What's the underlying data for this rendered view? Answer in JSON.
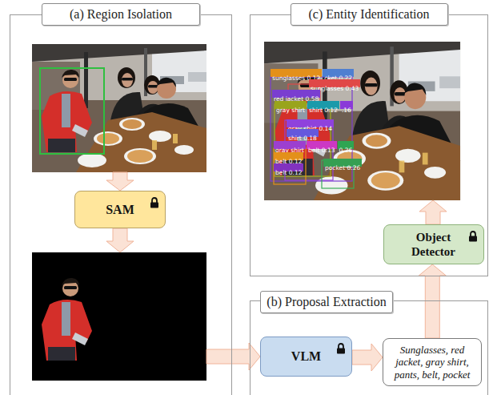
{
  "diagram": {
    "nodes": [
      {
        "text": [
          "(a) Region Isolation"
        ]
      },
      {
        "text": [
          "SAM"
        ],
        "in": 0
      },
      {
        "text": [
          "(c) Entity Identification"
        ]
      },
      {
        "text": [
          "Object Detector"
        ],
        "in": 2
      },
      {
        "text": [
          "(b) Proposal Extraction"
        ]
      },
      {
        "text": [
          "VLM"
        ],
        "in": 4
      },
      {
        "text": [
          "Sunglasses, red jacket, gray shirt, pants, belt, pocket"
        ],
        "in": 4
      }
    ],
    "edges": [
      {
        "from": 5,
        "to": 6,
        "arrow": "to"
      },
      {
        "from": 6,
        "to": 3,
        "arrow": "to"
      }
    ],
    "labels": [
      "sunglasses 0.12",
      "cket 0.22",
      "sunglasses 0.43",
      "red jacket 0.58",
      "gray shirt",
      "shirt 0.12",
      ".16",
      "gray shirt 0.14",
      "shirt 0.18",
      "gray shirt",
      "belt 0.13",
      "0.26",
      "belt 0.12",
      "pocket 0.26",
      "belt 0.12"
    ]
  }
}
